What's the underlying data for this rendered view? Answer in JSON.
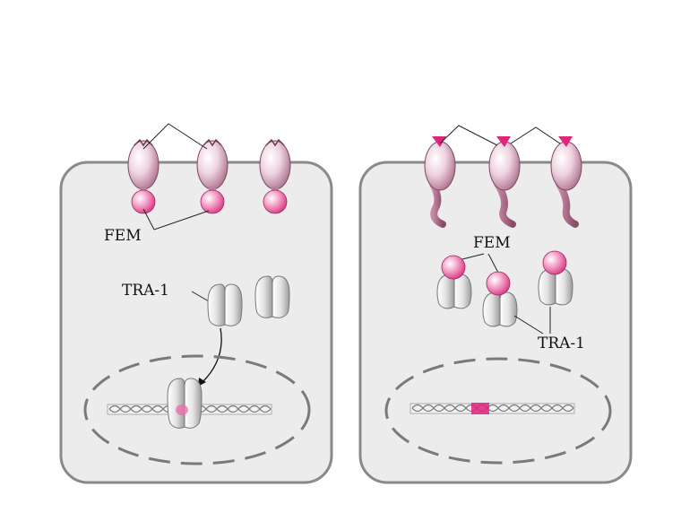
{
  "left_panel": {
    "labels": {
      "fem": "FEM",
      "tra1": "TRA-1"
    }
  },
  "right_panel": {
    "labels": {
      "fem": "FEM",
      "tra1": "TRA-1"
    }
  },
  "colors": {
    "cell_fill": "#ececec",
    "cell_border": "#8a8a8a",
    "receptor": "#d9a6bd",
    "fem_pink": "#e8559a",
    "tra1_gray": "#d7d7d7",
    "dna_marker": "#e0247c"
  }
}
